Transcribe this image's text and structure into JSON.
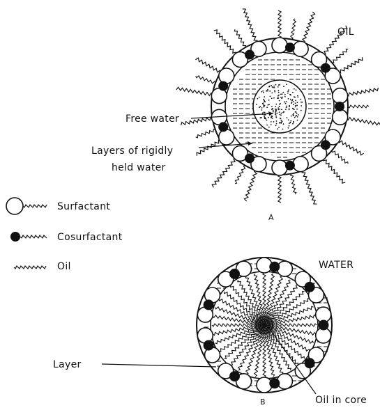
{
  "diagram_a": {
    "phase_label": "OIL",
    "free_water_label": "Free water",
    "bound_water_label_line1": "Layers of rigidly",
    "bound_water_label_line2": "held water",
    "caption": "A"
  },
  "legend": {
    "surfactant": "Surfactant",
    "cosurfactant": "Cosurfactant",
    "oil": "Oil"
  },
  "diagram_b": {
    "phase_label": "WATER",
    "layer_label": "Layer",
    "core_label": "Oil in core",
    "caption": "B"
  },
  "colors": {
    "ink": "#111111",
    "background": "#ffffff"
  }
}
